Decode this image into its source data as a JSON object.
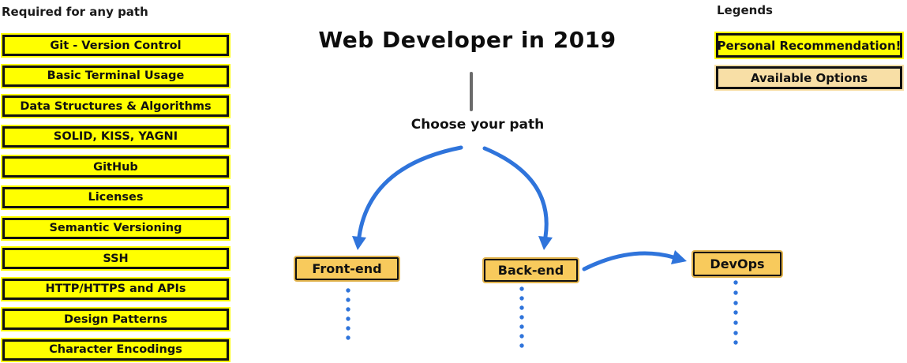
{
  "left_panel": {
    "title": "Required for any path",
    "items": [
      "Git - Version Control",
      "Basic Terminal Usage",
      "Data Structures & Algorithms",
      "SOLID, KISS, YAGNI",
      "GitHub",
      "Licenses",
      "Semantic Versioning",
      "SSH",
      "HTTP/HTTPS and APIs",
      "Design Patterns",
      "Character Encodings"
    ]
  },
  "center": {
    "title": "Web Developer in 2019",
    "choose_label": "Choose your path",
    "paths": [
      {
        "label": "Front-end"
      },
      {
        "label": "Back-end"
      },
      {
        "label": "DevOps"
      }
    ]
  },
  "legends": {
    "title": "Legends",
    "items": [
      {
        "label": "Personal Recommendation!",
        "style": "recommendation"
      },
      {
        "label": "Available Options",
        "style": "option"
      }
    ]
  },
  "colors": {
    "recommendation_yellow": "#FFFF00",
    "path_orange": "#F8CA5C",
    "option_tan": "#F8DFA6",
    "arrow_blue": "#2F74DB",
    "connector_gray": "#6B6B6B",
    "border_black": "#111111",
    "background": "#FFFFFF"
  }
}
